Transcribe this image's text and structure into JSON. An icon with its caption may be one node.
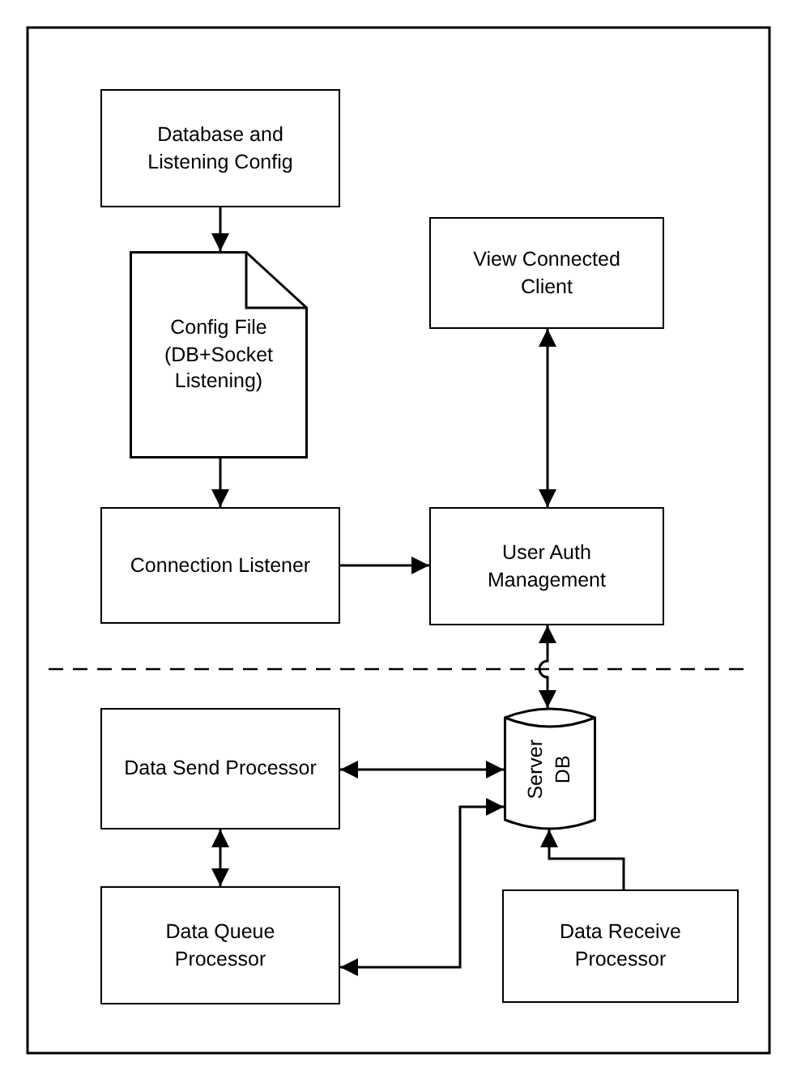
{
  "diagram": {
    "nodes": [
      {
        "text": [
          "Database and Listening Config"
        ]
      },
      {
        "text": [
          "Config File (DB+Socket Listening)"
        ]
      },
      {
        "text": [
          "View Connected Client"
        ]
      },
      {
        "text": [
          "Connection Listener"
        ]
      },
      {
        "text": [
          "User Auth Management"
        ]
      },
      {
        "text": [
          "Server DB"
        ]
      },
      {
        "text": [
          "Data Send Processor"
        ]
      },
      {
        "text": [
          "Data Queue Processor"
        ]
      },
      {
        "text": [
          "Data Receive Processor"
        ]
      }
    ],
    "edges": [
      {
        "from": 0,
        "to": 1,
        "arrow": "to"
      },
      {
        "from": 1,
        "to": 3,
        "arrow": "to"
      },
      {
        "from": 3,
        "to": 4,
        "arrow": "to"
      },
      {
        "from": 2,
        "to": 4,
        "arrow": "both"
      },
      {
        "from": 4,
        "to": 5,
        "arrow": "both"
      },
      {
        "from": 6,
        "to": 5,
        "arrow": "both"
      },
      {
        "from": 6,
        "to": 7,
        "arrow": "both"
      },
      {
        "from": 7,
        "to": 5,
        "arrow": "both"
      },
      {
        "from": 8,
        "to": 5,
        "arrow": "to"
      }
    ]
  }
}
